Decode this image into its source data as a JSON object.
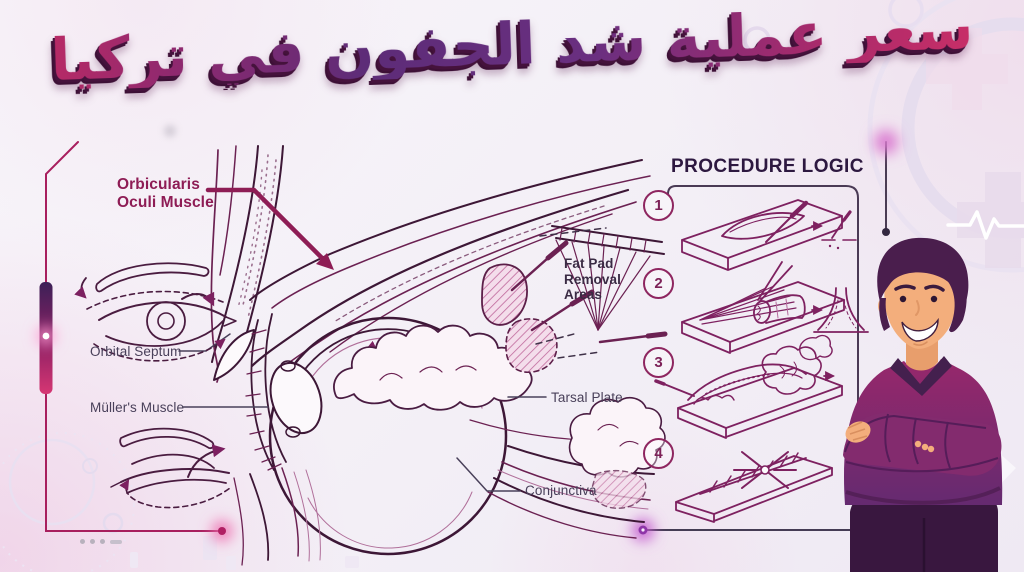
{
  "title": {
    "text": "سعر عملية شد الجفون في تركيا"
  },
  "anatomy": {
    "labels": {
      "orbicularis_line1": "Orbicularis",
      "orbicularis_line2": "Oculi Muscle",
      "orbital_septum": "Orbital Septum",
      "mullers_muscle": "Müller's Muscle",
      "fat_pad_line1": "Fat Pad",
      "fat_pad_line2": "Removal",
      "fat_pad_line3": "Areas",
      "tarsal_plate": "Tarsal Plate",
      "conjunctiva": "Conjunctiva"
    }
  },
  "procedure": {
    "title": "PROCEDURE LOGIC",
    "steps": [
      {
        "number": "1",
        "icon": "incision-step-icon"
      },
      {
        "number": "2",
        "icon": "muscle-step-icon"
      },
      {
        "number": "3",
        "icon": "fat-removal-step-icon"
      },
      {
        "number": "4",
        "icon": "suture-step-icon"
      }
    ]
  },
  "colors": {
    "accent_crimson": "#b01f5e",
    "accent_purple": "#5d2c78",
    "line_art": "#6b2152",
    "label_dark": "#49405a",
    "frame_dark": "#4a3c54"
  }
}
